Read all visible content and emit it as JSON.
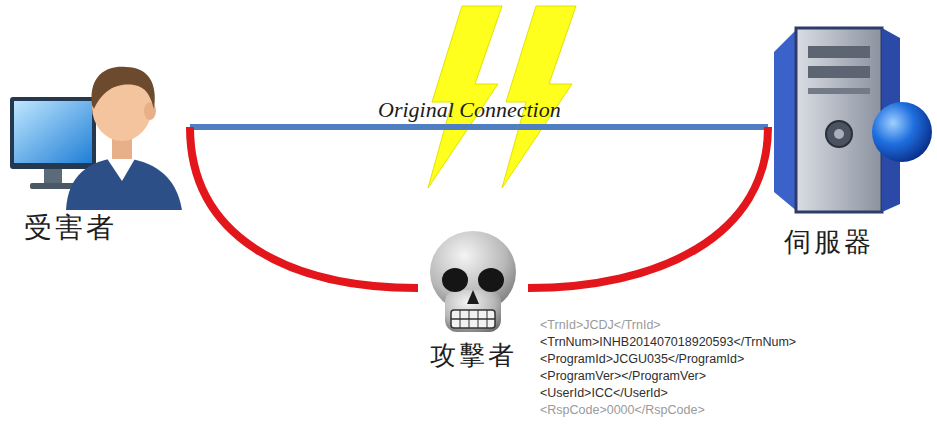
{
  "diagram": {
    "nodes": [
      {
        "text": [
          "受害者"
        ]
      },
      {
        "text": [
          "伺服器"
        ]
      },
      {
        "text": [
          "攻擊者"
        ]
      }
    ],
    "edges": [
      {
        "from": 0,
        "to": 1,
        "arrow": "none",
        "label": "Original Connection"
      },
      {
        "from": 0,
        "to": 2,
        "arrow": "none"
      },
      {
        "from": 2,
        "to": 1,
        "arrow": "none"
      }
    ],
    "labels": [
      "<TrnId>JCDJ</TrnId>",
      "<TrnNum>INHB201407018920593</TrnNum>",
      "<ProgramId>JCGU035</ProgramId>",
      "<ProgramVer></ProgramVer>",
      "<UserId>ICC</UserId>",
      "<RspCode>0000</RspCode>"
    ]
  }
}
